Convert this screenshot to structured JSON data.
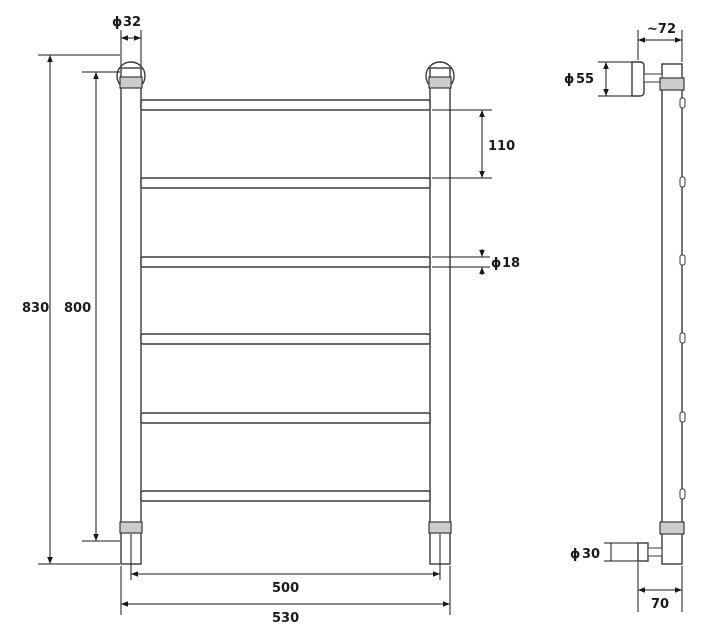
{
  "front_view": {
    "tube_diameter": "32",
    "total_height": "830",
    "mount_height": "800",
    "rung_spacing": "110",
    "rung_diameter": "18",
    "mount_width": "500",
    "total_width": "530"
  },
  "side_view": {
    "depth_top": "~72",
    "flange_diameter": "55",
    "bottom_diameter": "30",
    "depth_bottom": "70"
  },
  "symbols": {
    "diameter": "ϕ"
  }
}
